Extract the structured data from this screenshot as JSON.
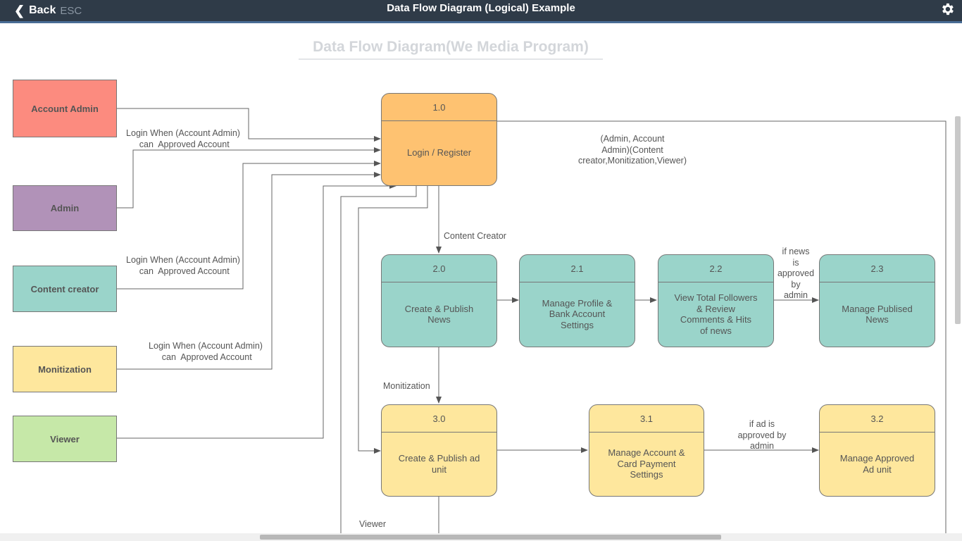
{
  "header": {
    "back_label": "Back",
    "esc_label": "ESC",
    "title": "Data Flow Diagram (Logical) Example"
  },
  "diagram": {
    "title": "Data Flow Diagram(We Media Program)",
    "entities": {
      "account_admin": "Account Admin",
      "admin": "Admin",
      "content_creator": "Content creator",
      "monitization": "Monitization",
      "viewer": "Viewer"
    },
    "processes": {
      "p1_0": {
        "num": "1.0",
        "label": "Login / Register"
      },
      "p2_0": {
        "num": "2.0",
        "label": "Create & Publish\nNews"
      },
      "p2_1": {
        "num": "2.1",
        "label": "Manage Profile &\nBank Account\nSettings"
      },
      "p2_2": {
        "num": "2.2",
        "label": "View Total Followers\n& Review\nComments & Hits\nof news"
      },
      "p2_3": {
        "num": "2.3",
        "label": "Manage Publised\nNews"
      },
      "p3_0": {
        "num": "3.0",
        "label": "Create & Publish ad\nunit"
      },
      "p3_1": {
        "num": "3.1",
        "label": "Manage Account &\nCard Payment\nSettings"
      },
      "p3_2": {
        "num": "3.2",
        "label": "Manage Approved\nAd unit"
      }
    },
    "notes": {
      "login_admin": "Login When (Account Admin)\n can  Approved Account",
      "login_creator": "Login When (Account Admin)\n can  Approved Account",
      "login_monitization": "Login When (Account Admin)\n can  Approved Account",
      "roles": "(Admin, Account\nAdmin)(Content\ncreator,Monitization,Viewer)",
      "content_creator_flow": "Content Creator",
      "monitization_flow": "Monitization",
      "viewer_flow": "Viewer",
      "news_approved": "if news\nis\napproved\nby\nadmin",
      "ad_approved": "if ad is\napproved by\nadmin"
    }
  },
  "colors": {
    "topbar": "#2f3b48",
    "account_admin": "#fc8b7f",
    "admin": "#b192b8",
    "content_creator": "#9ad4ca",
    "monitization": "#fee79d",
    "viewer": "#c6e8a8",
    "orange_process": "#fec271"
  }
}
